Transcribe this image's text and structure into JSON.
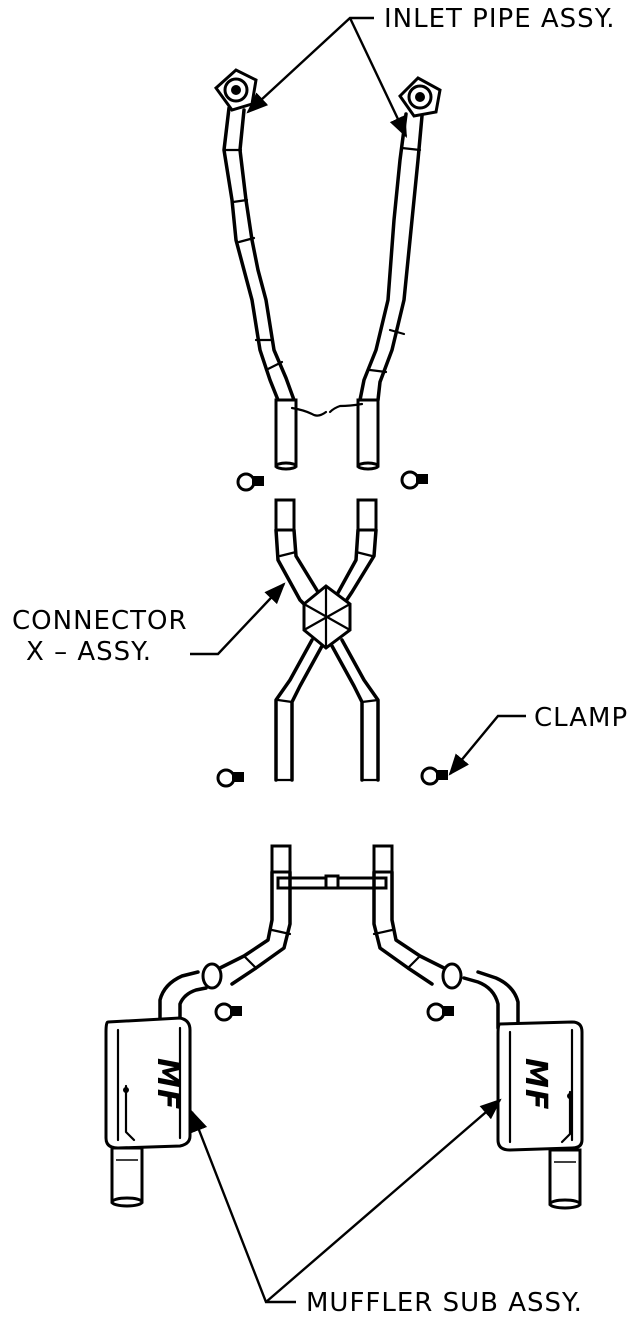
{
  "labels": {
    "inlet": "INLET PIPE ASSY.",
    "connector_line1": "CONNECTOR",
    "connector_line2": "X  –  ASSY.",
    "clamp": "CLAMP",
    "muffler": "MUFFLER SUB ASSY."
  },
  "muffler_logo": "MF"
}
